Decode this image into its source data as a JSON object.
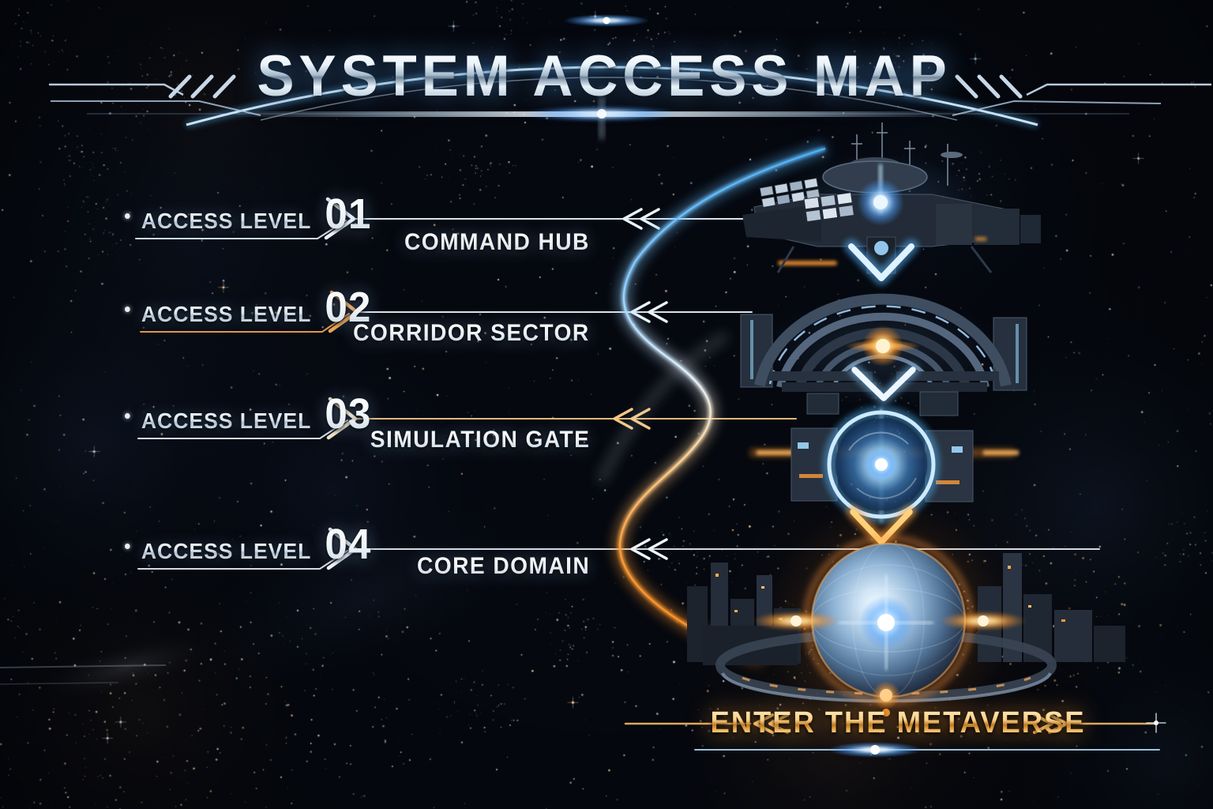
{
  "title": "SYSTEM ACCESS MAP",
  "levels": [
    {
      "prefix": "ACCESS LEVEL",
      "number": "01",
      "name": "COMMAND HUB"
    },
    {
      "prefix": "ACCESS LEVEL",
      "number": "02",
      "name": "CORRIDOR SECTOR"
    },
    {
      "prefix": "ACCESS LEVEL",
      "number": "03",
      "name": "SIMULATION GATE"
    },
    {
      "prefix": "ACCESS LEVEL",
      "number": "04",
      "name": "CORE DOMAIN"
    }
  ],
  "cta": {
    "label": "ENTER THE METAVERSE"
  },
  "colors": {
    "accent_blue": "#5bb7ff",
    "accent_blue_pale": "#cfe9ff",
    "accent_orange": "#f09436",
    "accent_gold": "#f6c36a",
    "text_silver": "#e6edf4",
    "background": "#05080f"
  }
}
